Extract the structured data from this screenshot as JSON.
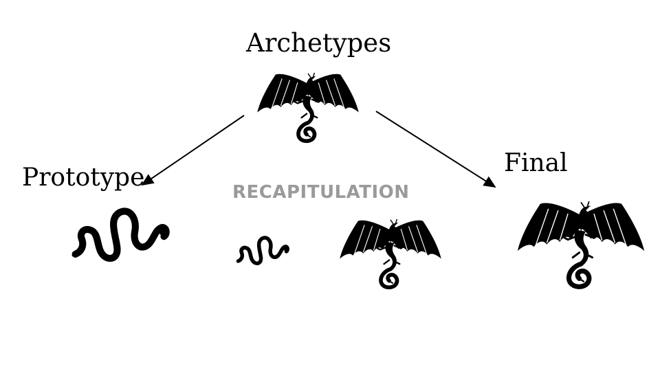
{
  "diagram": {
    "top_label": "Archetypes",
    "left_label": "Prototype",
    "right_label": "Final",
    "center_label": "RECAPITULATION"
  },
  "colors": {
    "ink": "#000000",
    "center_label": "#9a9a9a",
    "background": "#ffffff"
  },
  "icons": {
    "top": "dragon-icon",
    "left": "snake-icon",
    "center_small": "snake-icon",
    "center_large": "dragon-icon",
    "right": "dragon-icon"
  }
}
